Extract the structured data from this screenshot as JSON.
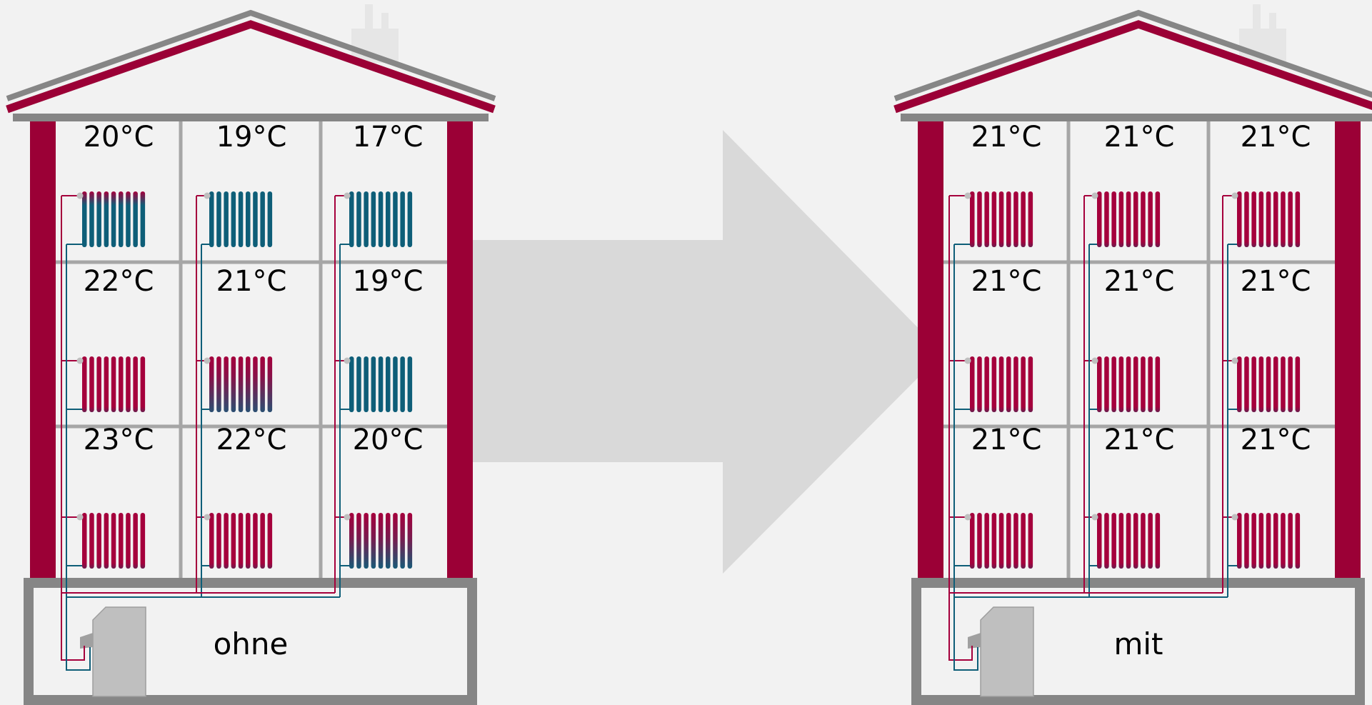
{
  "colors": {
    "background": "#f2f2f2",
    "wall": "#9b0036",
    "roof_gray": "#868686",
    "frame_gray": "#a6a6a6",
    "arrow": "#d9d9d9",
    "hot": "#a5003c",
    "cold": "#0e5e78",
    "valve": "#bfbfbf",
    "boiler": "#bfbfbf",
    "chimney": "#e6e6e6"
  },
  "houses": [
    {
      "id": "without",
      "label": "ohne",
      "rows": [
        [
          {
            "temp": "20°C",
            "radiator": "mostly-cold"
          },
          {
            "temp": "19°C",
            "radiator": "cold"
          },
          {
            "temp": "17°C",
            "radiator": "cold"
          }
        ],
        [
          {
            "temp": "22°C",
            "radiator": "hot"
          },
          {
            "temp": "21°C",
            "radiator": "warm-gradient"
          },
          {
            "temp": "19°C",
            "radiator": "cold"
          }
        ],
        [
          {
            "temp": "23°C",
            "radiator": "hot"
          },
          {
            "temp": "22°C",
            "radiator": "hot"
          },
          {
            "temp": "20°C",
            "radiator": "half-gradient"
          }
        ]
      ]
    },
    {
      "id": "with",
      "label": "mit",
      "rows": [
        [
          {
            "temp": "21°C",
            "radiator": "hot"
          },
          {
            "temp": "21°C",
            "radiator": "hot"
          },
          {
            "temp": "21°C",
            "radiator": "hot"
          }
        ],
        [
          {
            "temp": "21°C",
            "radiator": "hot"
          },
          {
            "temp": "21°C",
            "radiator": "hot"
          },
          {
            "temp": "21°C",
            "radiator": "hot"
          }
        ],
        [
          {
            "temp": "21°C",
            "radiator": "hot"
          },
          {
            "temp": "21°C",
            "radiator": "hot"
          },
          {
            "temp": "21°C",
            "radiator": "hot"
          }
        ]
      ]
    }
  ]
}
